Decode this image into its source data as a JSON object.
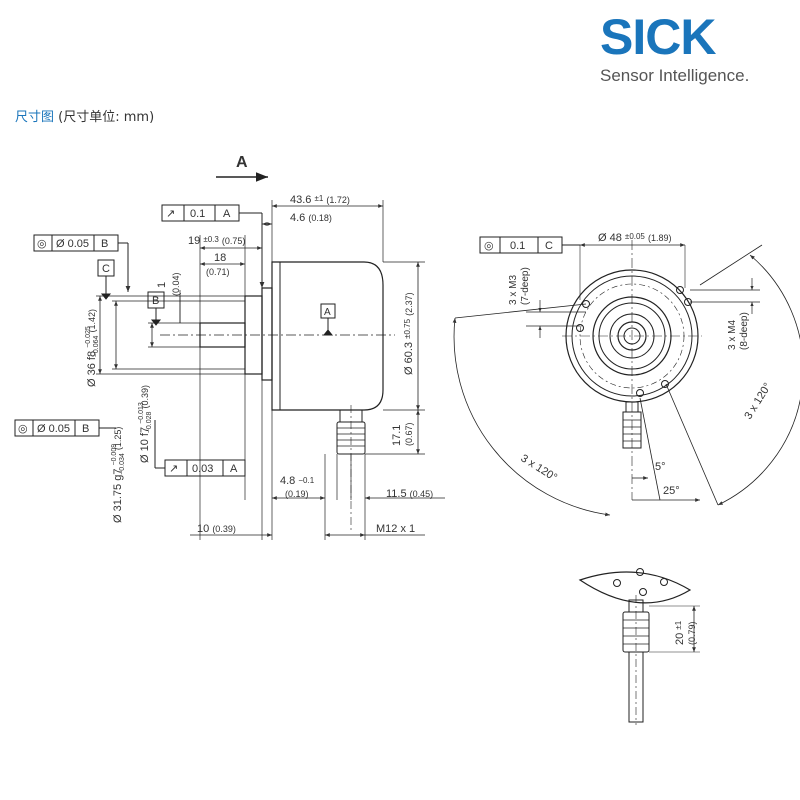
{
  "brand": {
    "wordmark": "SICK",
    "tagline": "Sensor Intelligence.",
    "color": "#1a75bb",
    "tagline_color": "#555555"
  },
  "heading": {
    "title": "尺寸图",
    "unit_note": "(尺寸单位: mm)",
    "color": "#1a75bb"
  },
  "side_view": {
    "view_arrow": "A",
    "tolerances": {
      "runout_a": {
        "symbol": "↗",
        "value": "0.1",
        "datum": "A"
      },
      "conc_b_top": {
        "symbol": "◎",
        "value": "Ø 0.05",
        "datum": "B"
      },
      "conc_b_bottom": {
        "symbol": "◎",
        "value": "Ø 0.05",
        "datum": "B"
      },
      "runout_a_bottom": {
        "symbol": "↗",
        "value": "0.03",
        "datum": "A"
      }
    },
    "datums": {
      "c": "C",
      "b": "B",
      "a": "A"
    },
    "dims": {
      "overall_len": {
        "value": "43.6",
        "tol": "±1",
        "inch": "(1.72)"
      },
      "flange": {
        "value": "4.6",
        "inch": "(0.18)"
      },
      "shaft_len": {
        "value": "19",
        "tol": "±0.3",
        "inch": "(0.75)"
      },
      "usable_len": {
        "value": "18",
        "inch": "(0.71)"
      },
      "collar": {
        "value": "1",
        "inch": "(0.04)"
      },
      "body_dia": {
        "value": "Ø 60.3",
        "tol": "±0.75",
        "inch": "(2.37)"
      },
      "conn_height": {
        "value": "17.1",
        "inch": "(0.67)"
      },
      "spigot_36": {
        "value": "Ø 36 f8",
        "tol_up": "−0.025",
        "tol_lo": "−0.064",
        "inch": "(1.42)"
      },
      "spigot_3175": {
        "value": "Ø 31.75 g7",
        "tol_up": "−0.009",
        "tol_lo": "−0.034",
        "inch": "(1.25)"
      },
      "shaft_dia": {
        "value": "Ø 10 f7",
        "tol_up": "−0.013",
        "tol_lo": "−0.028",
        "inch": "(0.39)"
      },
      "conn_offset": {
        "value": "4.8",
        "tol": "−0.1",
        "inch": "(0.19)"
      },
      "conn_dia": {
        "value": "11.5",
        "inch": "(0.45)"
      },
      "shaft_front": {
        "value": "10",
        "inch": "(0.39)"
      },
      "thread": {
        "value": "M12 x 1"
      }
    }
  },
  "front_view": {
    "tolerance": {
      "symbol": "◎",
      "value": "0.1",
      "datum": "C"
    },
    "bolt_circle": {
      "value": "Ø 48",
      "tol": "±0.05",
      "inch": "(1.89)"
    },
    "m3": {
      "line1": "3 x M3",
      "line2": "(7-deep)"
    },
    "m4": {
      "line1": "3 x M4",
      "line2": "(8-deep)"
    },
    "angle_120_right": "3 x 120°",
    "angle_120_left": "3 x 120°",
    "angle_5": "5°",
    "angle_25": "25°"
  },
  "cable_view": {
    "length": {
      "value": "20",
      "tol": "±1",
      "inch": "(0.79)"
    }
  }
}
